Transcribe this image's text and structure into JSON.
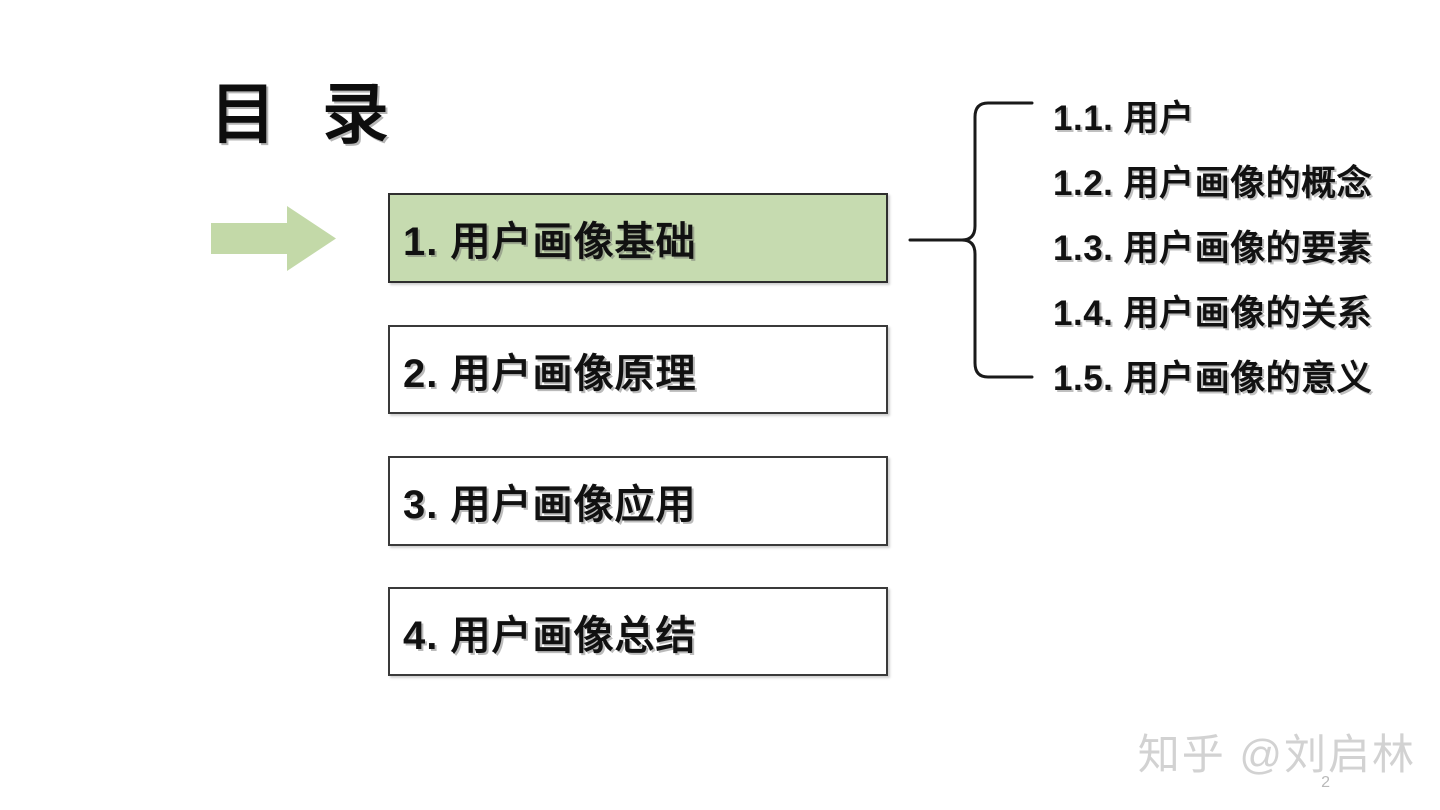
{
  "slide": {
    "title": "目 录",
    "page_number": "2",
    "background_color": "#ffffff"
  },
  "colors": {
    "accent_green": "#c6dbb0",
    "arrow_green": "#c3d9a8",
    "border": "#3a3a3a",
    "text": "#111111",
    "watermark": "#d2d2d2"
  },
  "agenda": {
    "items": [
      {
        "label": "1. 用户画像基础",
        "active": true
      },
      {
        "label": "2. 用户画像原理",
        "active": false
      },
      {
        "label": "3. 用户画像应用",
        "active": false
      },
      {
        "label": "4. 用户画像总结",
        "active": false
      }
    ]
  },
  "subitems": {
    "items": [
      {
        "label": "1.1. 用户"
      },
      {
        "label": "1.2. 用户画像的概念"
      },
      {
        "label": "1.3. 用户画像的要素"
      },
      {
        "label": "1.4. 用户画像的关系"
      },
      {
        "label": "1.5. 用户画像的意义"
      }
    ]
  },
  "watermark": {
    "text": "知乎 @刘启林"
  }
}
